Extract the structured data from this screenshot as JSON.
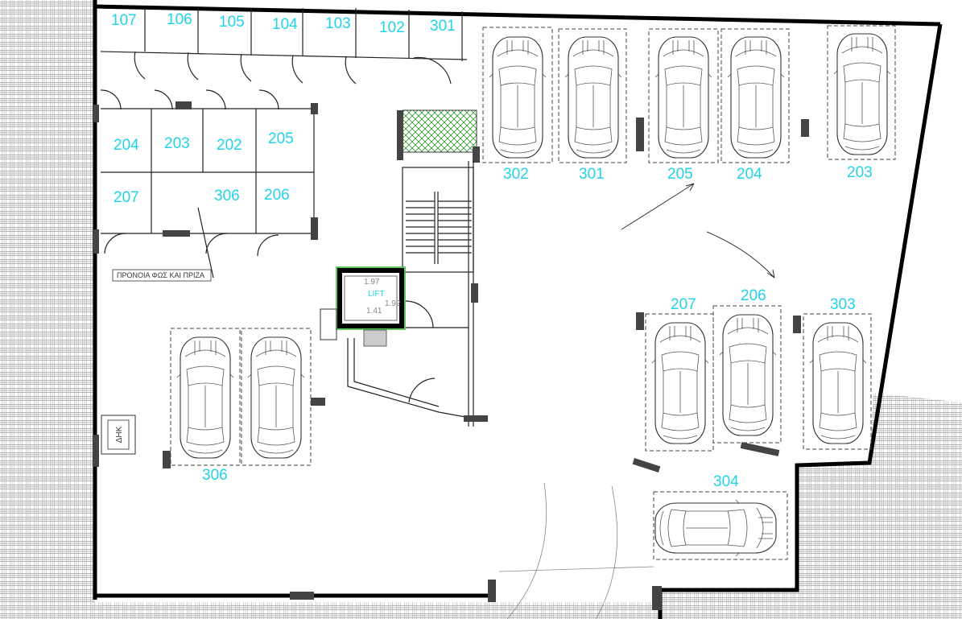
{
  "storage_rooms": {
    "top_row": [
      "107",
      "106",
      "105",
      "104",
      "103",
      "102",
      "301"
    ],
    "mid_row": [
      "204",
      "203",
      "202",
      "205"
    ],
    "low_row": [
      "207",
      "306",
      "206"
    ]
  },
  "note_label": "ΠΡΟΝΟΙΑ ΦΩΣ ΚΑΙ ΠΡΙΖΑ",
  "lift": {
    "label": "LIFT",
    "dim_top": "1.97",
    "dim_side": "1.92",
    "dim_bottom": "1.41"
  },
  "tank_label": "ΔΗΚ",
  "parking_spaces": {
    "top_right": [
      "302",
      "301",
      "205",
      "204",
      "203"
    ],
    "mid_right": [
      "207",
      "206",
      "303"
    ],
    "horizontal": "304",
    "left": "306"
  },
  "colors": {
    "label": "#22d3e8",
    "wall": "#000000",
    "hatch": "#9a9a9a",
    "planter": "#3c9a3c",
    "lift_outline": "#2fb52f"
  },
  "icons": [
    "car-icon",
    "door-swing-icon",
    "stair-icon",
    "turning-arrow-icon"
  ]
}
